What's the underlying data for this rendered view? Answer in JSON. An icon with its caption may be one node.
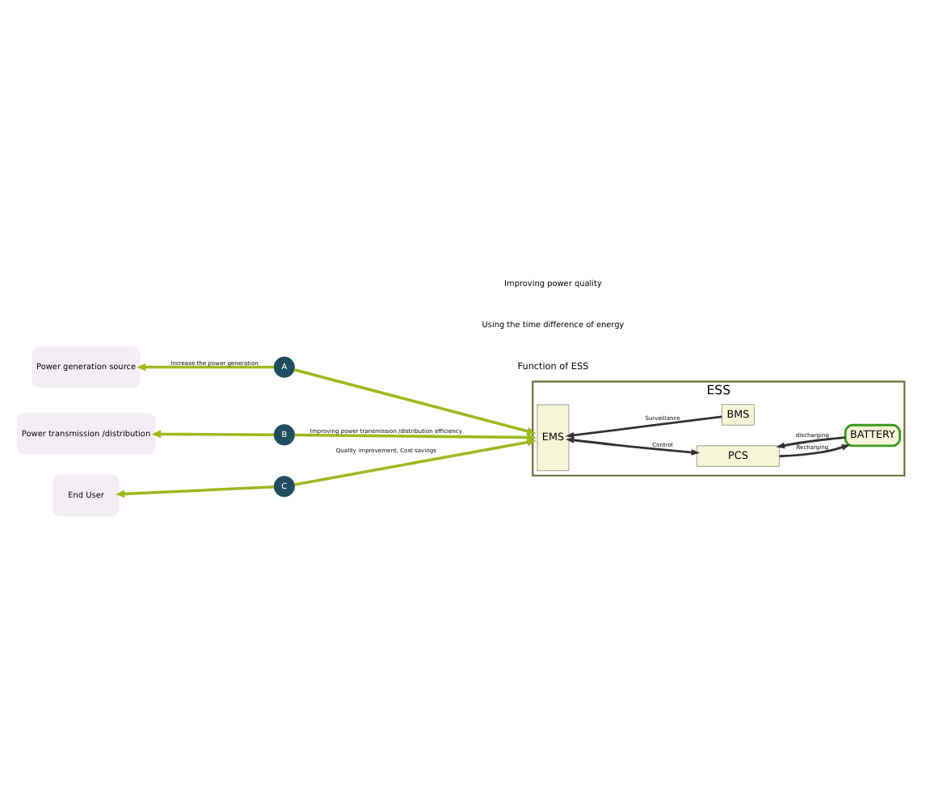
{
  "diagram": {
    "nodes": [
      {
        "text": [
          "Power generation source"
        ]
      },
      {
        "text": [
          "Power transmission /distribution"
        ]
      },
      {
        "text": [
          "End User"
        ]
      },
      {
        "text": [
          "A"
        ]
      },
      {
        "text": [
          "B"
        ]
      },
      {
        "text": [
          "C"
        ]
      },
      {
        "text": [
          "ESS"
        ]
      },
      {
        "text": [
          "EMS"
        ],
        "in": 6
      },
      {
        "text": [
          "PCS"
        ],
        "in": 6
      },
      {
        "text": [
          "BMS"
        ],
        "in": 6
      },
      {
        "text": [
          "BATTERY"
        ],
        "in": 6
      }
    ],
    "edges": [
      {
        "from": 3,
        "to": 0,
        "arrow": "to",
        "label": "Increase the power generation"
      },
      {
        "from": 3,
        "to": 6,
        "arrow": "to"
      },
      {
        "from": 4,
        "to": 1,
        "arrow": "to"
      },
      {
        "from": 4,
        "to": 6,
        "arrow": "to",
        "label": "Improving power transmission /distribution efficiency"
      },
      {
        "from": 5,
        "to": 2,
        "arrow": "to"
      },
      {
        "from": 5,
        "to": 6,
        "arrow": "to",
        "label": "Quality improvement, Cost savings"
      },
      {
        "from": 7,
        "to": 8,
        "arrow": "both",
        "label": "Control",
        "color": "#333333"
      },
      {
        "from": 9,
        "to": 7,
        "arrow": "to",
        "label": "Surveillance",
        "color": "#333333"
      },
      {
        "from": 8,
        "to": 10,
        "arrow": "to",
        "label": "Recharging",
        "color": "#333333"
      },
      {
        "from": 10,
        "to": 8,
        "arrow": "to",
        "label": "discharging",
        "color": "#333333"
      }
    ],
    "labels": [
      "Function of ESS",
      "Using the time difference of energy",
      "Improving power quality"
    ]
  }
}
